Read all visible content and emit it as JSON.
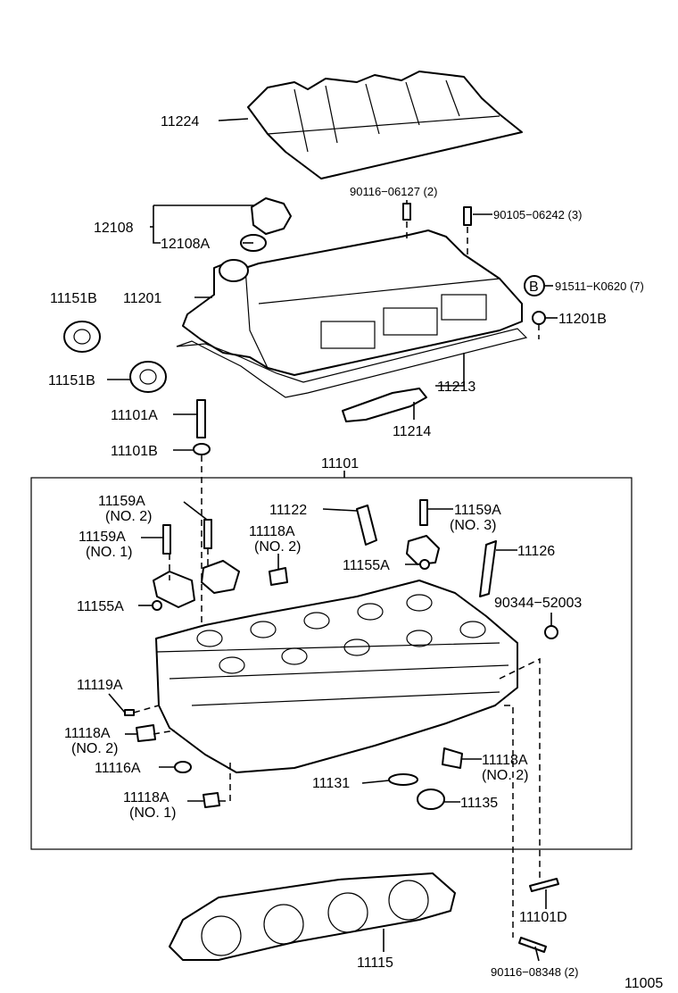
{
  "diagram": {
    "code": "11005",
    "labels": {
      "p11224": "11224",
      "p90116_06127": "90116−06127 (2)",
      "p90105_06242": "90105−06242 (3)",
      "p12108": "12108",
      "p12108A": "12108A",
      "p11151B_a": "11151B",
      "p11201": "11201",
      "circleB": "B",
      "p91511": "91511−K0620 (7)",
      "p11201B": "11201B",
      "p11151B_b": "11151B",
      "p11213": "11213",
      "p11214": "11214",
      "p11101A": "11101A",
      "p11101B": "11101B",
      "p11101": "11101",
      "p11159A_no2": "11159A",
      "no2_a": "(NO. 2)",
      "p11122": "11122",
      "p11159A_no3": "11159A",
      "no3": "(NO. 3)",
      "p11159A_no1": "11159A",
      "no1_a": "(NO. 1)",
      "p11118A_top": "11118A",
      "no2_b": "(NO. 2)",
      "p11155A_r": "11155A",
      "p11126": "11126",
      "p11155A_l": "11155A",
      "p90344": "90344−52003",
      "p11119A": "11119A",
      "p11118A_l": "11118A",
      "no2_c": "(NO. 2)",
      "p11118A_r": "11118A",
      "no2_d": "(NO. 2)",
      "p11116A": "11116A",
      "p11131": "11131",
      "p11118A_b": "11118A",
      "no1_b": "(NO. 1)",
      "p11135": "11135",
      "p11101D": "11101D",
      "p11115": "11115",
      "p90116_08348": "90116−08348 (2)"
    }
  }
}
